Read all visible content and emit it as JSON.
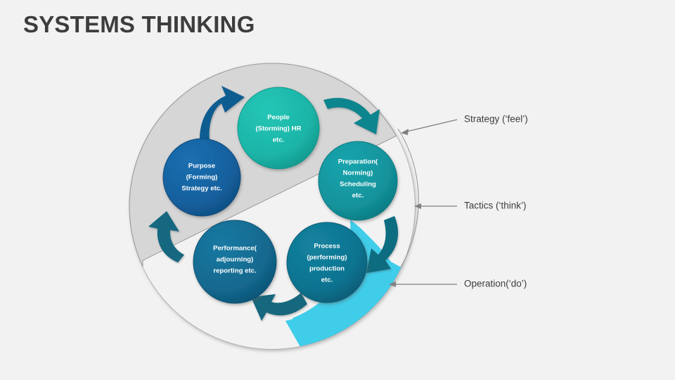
{
  "slide": {
    "title": "SYSTEMS THINKING",
    "background_color": "#f2f2f2",
    "title_color": "#3d3d3d"
  },
  "diagram": {
    "type": "cycle-diagram",
    "ring_color": "#d6d6d6",
    "inner_band_color": "#f2f2f2",
    "highlight_wedge_color": "#3fcdea",
    "nodes": [
      {
        "id": "purpose",
        "color": "#15609e",
        "lines": [
          "Purpose",
          "(Forming)",
          "Strategy etc."
        ]
      },
      {
        "id": "people",
        "color": "#1cb5a8",
        "lines": [
          "People",
          "(Storming) HR",
          "etc."
        ]
      },
      {
        "id": "preparation",
        "color": "#13939c",
        "lines": [
          "Preparation(",
          "Norming)",
          "Scheduling",
          "etc."
        ]
      },
      {
        "id": "process",
        "color": "#0d7390",
        "lines": [
          "Process",
          "(performing)",
          "production",
          "etc."
        ]
      },
      {
        "id": "performance",
        "color": "#13698f",
        "lines": [
          "Performance(",
          "adjourning)",
          "reporting etc."
        ]
      }
    ],
    "arrows": [
      {
        "id": "purpose-to-people",
        "color": "#115d91"
      },
      {
        "id": "people-to-preparation",
        "color": "#10858e"
      },
      {
        "id": "preparation-to-process",
        "color": "#106c80"
      },
      {
        "id": "process-to-performance",
        "color": "#13687e"
      },
      {
        "id": "performance-to-purpose",
        "color": "#136880"
      }
    ],
    "callouts": [
      {
        "id": "strategy",
        "label": "Strategy (‘feel’)"
      },
      {
        "id": "tactics",
        "label": "Tactics (‘think’)"
      },
      {
        "id": "operation",
        "label": "Operation(‘do’)"
      }
    ]
  }
}
